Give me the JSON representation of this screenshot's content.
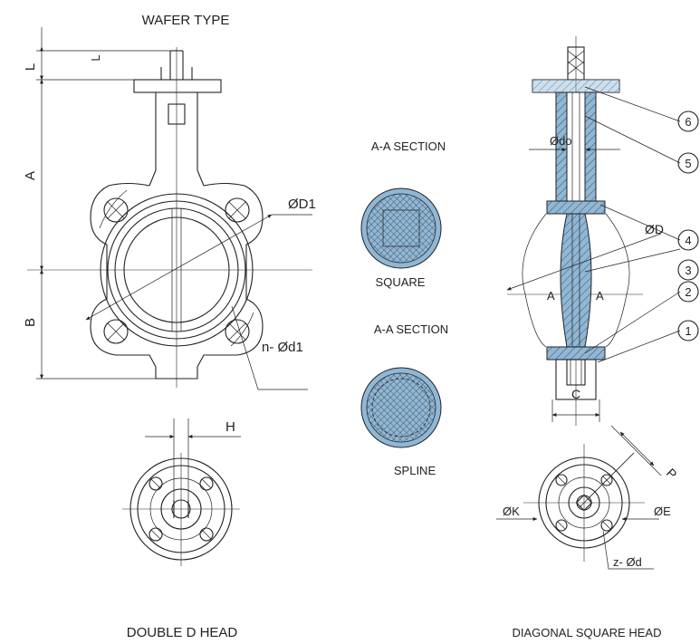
{
  "titles": {
    "wafer_type": "WAFER TYPE",
    "double_d_head": "DOUBLE D HEAD",
    "diagonal_square_head": "DIAGONAL SQUARE HEAD"
  },
  "sections": {
    "section_top": "A-A SECTION",
    "square": "SQUARE",
    "section_bottom": "A-A SECTION",
    "spline": "SPLINE"
  },
  "dimensions": {
    "L_vertical": "L",
    "L_horizontal": "L",
    "A": "A",
    "B": "B",
    "D1": "ØD1",
    "nd1": "n- Ød1",
    "H": "H",
    "do": "Ødo",
    "D": "ØD",
    "C": "C",
    "A_left": "A",
    "A_right": "A",
    "P": "P",
    "K": "ØK",
    "E": "ØE",
    "zd": "z- Ød"
  },
  "callouts": [
    "6",
    "5",
    "4",
    "3",
    "2",
    "1"
  ],
  "colors": {
    "section_fill": "#8fb7d6",
    "line": "#222222"
  }
}
